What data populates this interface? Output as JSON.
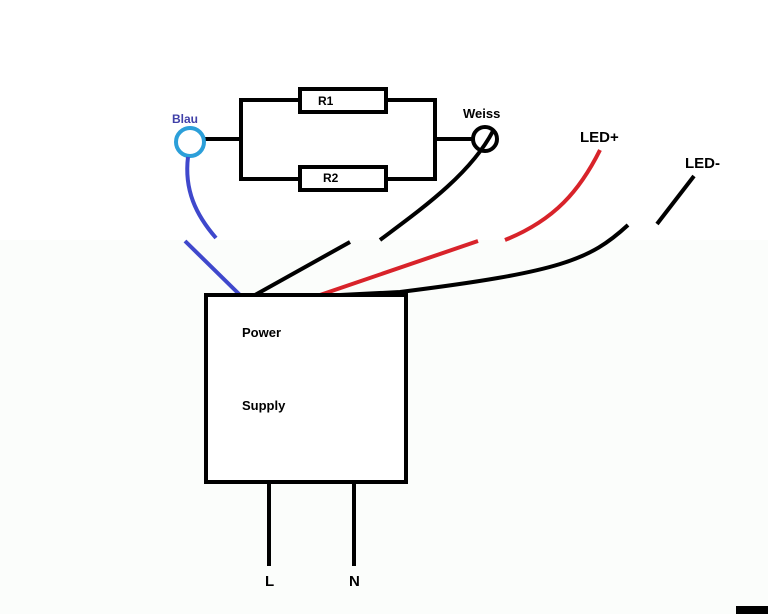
{
  "colors": {
    "background": "#ffffff",
    "lower_background": "#fbfdfb",
    "wire_black": "#000000",
    "wire_red": "#d8232a",
    "wire_blue": "#3f48cc",
    "blau_terminal": "#2c9fd9",
    "blau_text": "#4040a8"
  },
  "labels": {
    "blau": "Blau",
    "weiss": "Weiss",
    "led_plus": "LED+",
    "led_minus": "LED-",
    "r1": "R1",
    "r2": "R2",
    "power": "Power",
    "supply": "Supply",
    "l": "L",
    "n": "N"
  }
}
